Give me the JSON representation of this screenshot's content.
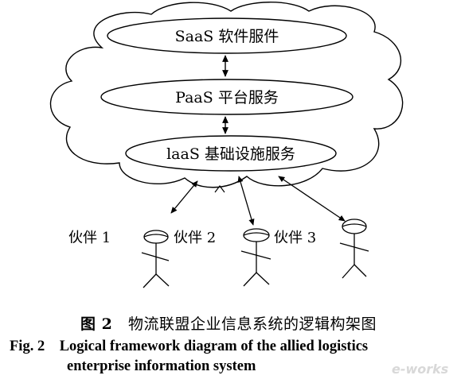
{
  "layers": [
    {
      "id": "saas",
      "label": "SaaS 软件服件"
    },
    {
      "id": "paas",
      "label": "PaaS 平台服务"
    },
    {
      "id": "iaas",
      "label": "laaS 基础设施服务"
    }
  ],
  "partners": [
    {
      "label": "伙伴 1"
    },
    {
      "label": "伙伴 2"
    },
    {
      "label": "伙伴 3"
    }
  ],
  "caption": {
    "cn_fig": "图 2",
    "cn_text": "物流联盟企业信息系统的逻辑构架图",
    "en_fig": "Fig. 2",
    "en_line1": "Logical framework diagram of the allied logistics",
    "en_line2": "enterprise information system"
  },
  "watermark": {
    "text": "e-works"
  }
}
